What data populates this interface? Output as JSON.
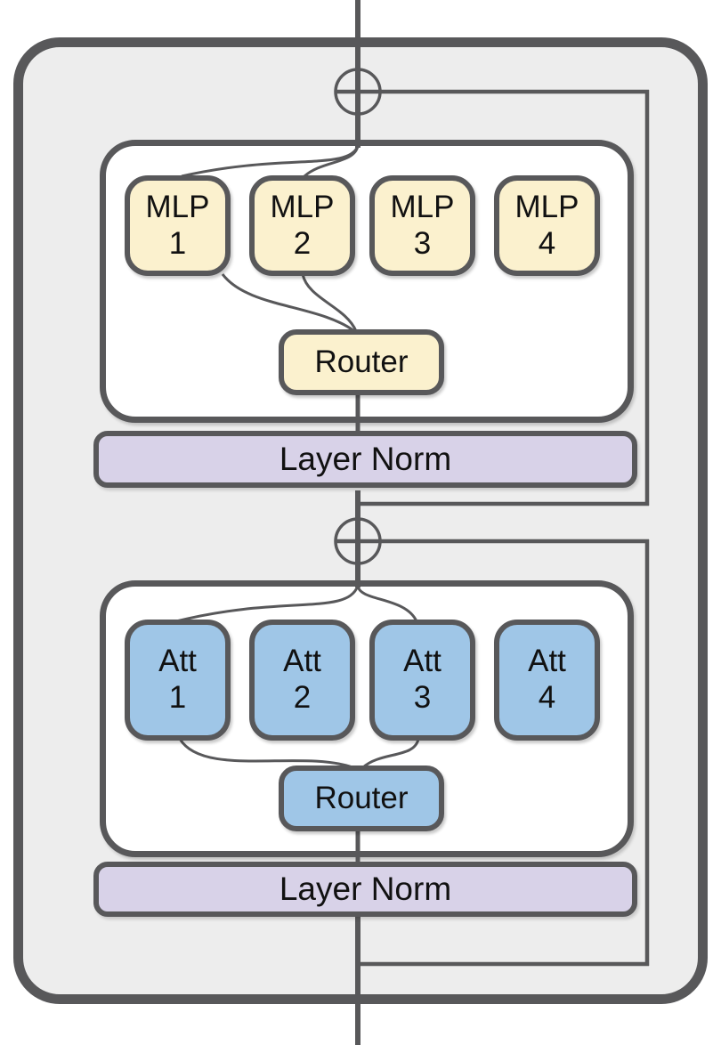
{
  "diagram": {
    "description": "Transformer block with routed Mixture-of-Experts MLP and Attention sections",
    "colors": {
      "block_background": "#EDEDED",
      "outline": "#58585A",
      "mlp_expert_fill": "#FBF1CE",
      "attention_expert_fill": "#9FC6E7",
      "layer_norm_fill": "#D8D2E8",
      "module_fill": "#FFFFFF"
    },
    "mlp": {
      "experts": [
        {
          "name": "MLP",
          "num": "1"
        },
        {
          "name": "MLP",
          "num": "2"
        },
        {
          "name": "MLP",
          "num": "3"
        },
        {
          "name": "MLP",
          "num": "4"
        }
      ],
      "router": "Router",
      "layer_norm": "Layer Norm"
    },
    "attention": {
      "experts": [
        {
          "name": "Att",
          "num": "1"
        },
        {
          "name": "Att",
          "num": "2"
        },
        {
          "name": "Att",
          "num": "3"
        },
        {
          "name": "Att",
          "num": "4"
        }
      ],
      "router": "Router",
      "layer_norm": "Layer Norm"
    }
  }
}
